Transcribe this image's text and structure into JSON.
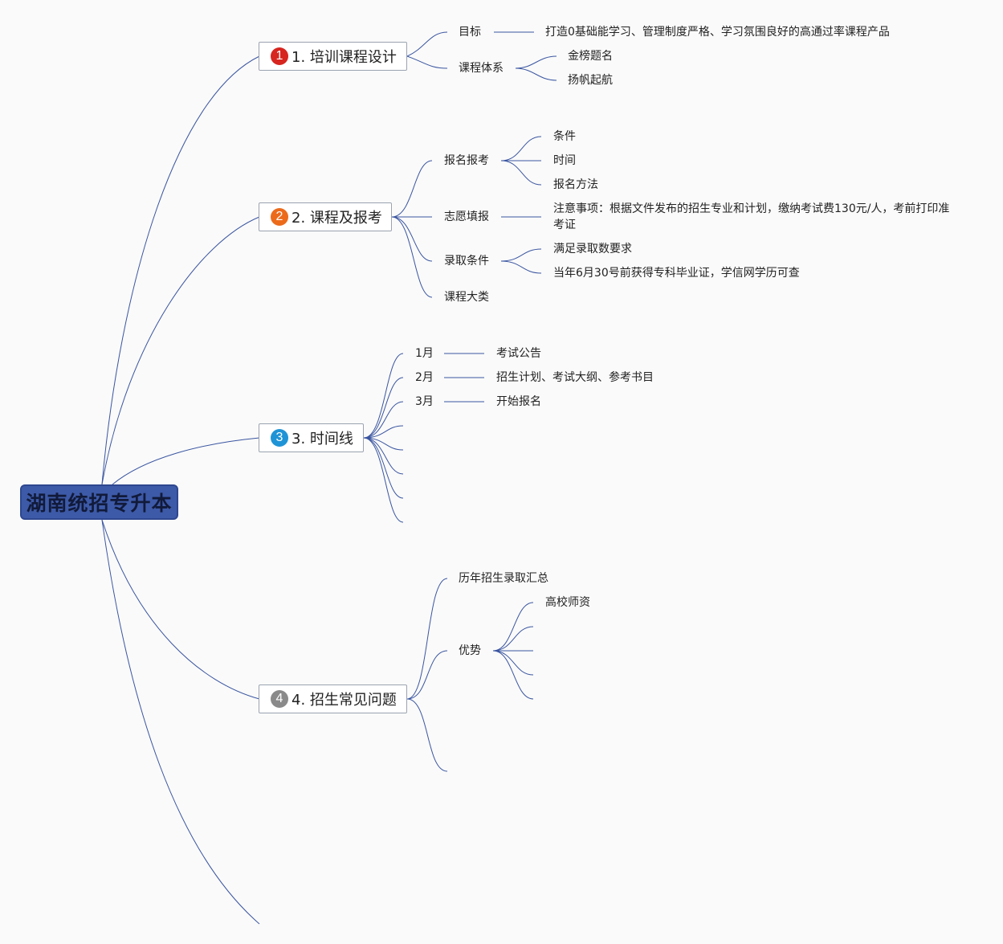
{
  "root": {
    "title": "湖南统招专升本"
  },
  "branches": [
    {
      "num": "1",
      "color": "#d7251f",
      "label": "1. 培训课程设计"
    },
    {
      "num": "2",
      "color": "#ec6b1b",
      "label": "2. 课程及报考"
    },
    {
      "num": "3",
      "color": "#1e94d6",
      "label": "3. 时间线"
    },
    {
      "num": "4",
      "color": "#8a8a8a",
      "label": "4. 招生常见问题"
    }
  ],
  "b1": {
    "goal": "目标",
    "goal_text": "打造0基础能学习、管理制度严格、学习氛围良好的高通过率课程产品",
    "system": "课程体系",
    "system_items": [
      "金榜题名",
      "扬帆起航"
    ]
  },
  "b2": {
    "signup": "报名报考",
    "signup_items": [
      "条件",
      "时间",
      "报名方法"
    ],
    "volunteer": "志愿填报",
    "volunteer_text": "注意事项：根据文件发布的招生专业和计划，缴纳考试费130元/人，考前打印准考证",
    "admit": "录取条件",
    "admit_items": [
      "满足录取数要求",
      "当年6月30号前获得专科毕业证，学信网学历可查"
    ],
    "category": "课程大类"
  },
  "b3": {
    "months": [
      "1月",
      "2月",
      "3月"
    ],
    "events": [
      "考试公告",
      "招生计划、考试大纲、参考书目",
      "开始报名"
    ]
  },
  "b4": {
    "history": "历年招生录取汇总",
    "advantage": "优势",
    "advantage_items": [
      "高校师资"
    ]
  },
  "colors": {
    "line": "#3a55a0",
    "root_bg": "#3d5aa8"
  }
}
